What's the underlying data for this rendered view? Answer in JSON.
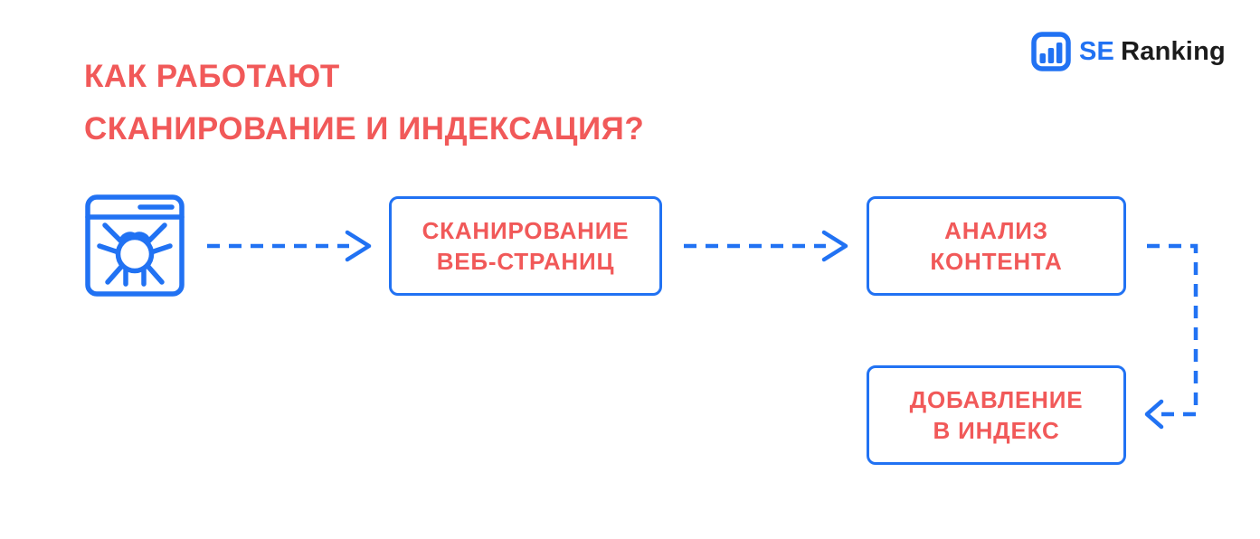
{
  "title": {
    "line1": "КАК РАБОТАЮТ",
    "line2": "СКАНИРОВАНИЕ И ИНДЕКСАЦИЯ?"
  },
  "logo": {
    "se_label": "SE",
    "ranking_label": "Ranking",
    "icon": "bar-chart-logo-icon"
  },
  "flow": {
    "crawler_icon": "browser-bug-icon",
    "nodes": [
      {
        "id": "crawling",
        "line1": "СКАНИРОВАНИЕ",
        "line2": "ВЕБ-СТРАНИЦ"
      },
      {
        "id": "analysis",
        "line1": "АНАЛИЗ",
        "line2": "КОНТЕНТА"
      },
      {
        "id": "indexing",
        "line1": "ДОБАВЛЕНИЕ",
        "line2": "В ИНДЕКС"
      }
    ],
    "connectors": [
      {
        "from": "crawler-icon",
        "to": "crawling",
        "style": "dashed-arrow-right"
      },
      {
        "from": "crawling",
        "to": "analysis",
        "style": "dashed-arrow-right"
      },
      {
        "from": "analysis",
        "to": "indexing",
        "style": "dashed-arrow-down-left"
      }
    ]
  },
  "colors": {
    "accent_blue": "#2172F3",
    "accent_red": "#F15959",
    "logo_text_black": "#1b1b1b",
    "background": "#ffffff"
  }
}
